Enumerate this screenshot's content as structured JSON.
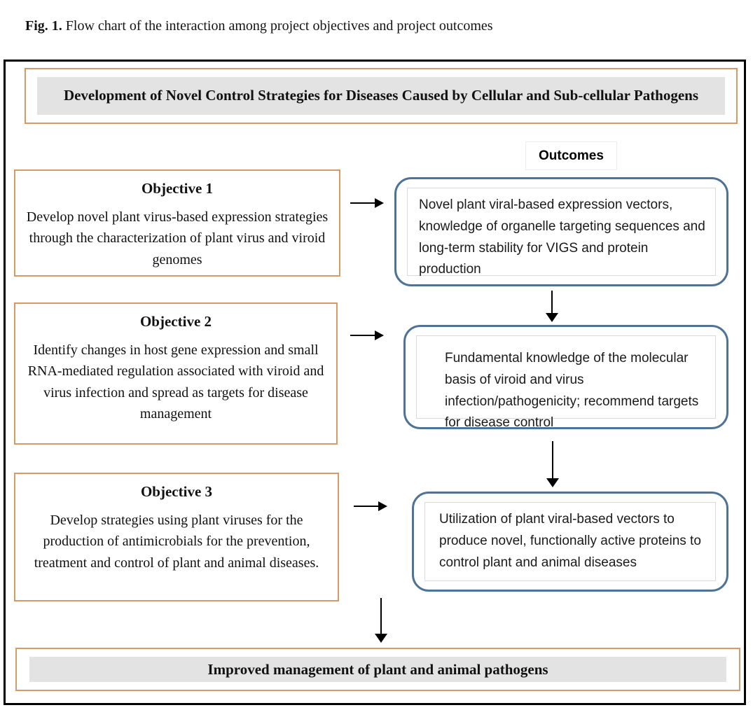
{
  "figure": {
    "caption_label": "Fig. 1.",
    "caption_text": " Flow chart of the interaction among project objectives and project outcomes"
  },
  "diagram": {
    "title": "Development of Novel Control Strategies for Diseases Caused by Cellular and Sub-cellular Pathogens",
    "outcomes_column_label": "Outcomes",
    "objectives": [
      {
        "heading": "Objective 1",
        "body": "Develop novel plant virus-based expression strategies through the characterization of plant virus and viroid genomes"
      },
      {
        "heading": "Objective 2",
        "body": "Identify changes in host gene expression and small RNA-mediated regulation associated with viroid and virus infection and spread as targets for disease management"
      },
      {
        "heading": "Objective 3",
        "body": "Develop strategies using plant viruses for the production of antimicrobials for the prevention, treatment and control of plant and animal diseases."
      }
    ],
    "outcomes": [
      {
        "body": "Novel plant viral-based expression vectors, knowledge of organelle targeting sequences and long-term stability for VIGS and protein production"
      },
      {
        "body": "Fundamental knowledge of the molecular basis of viroid and virus infection/pathogenicity; recommend targets for disease control"
      },
      {
        "body": "Utilization of plant viral-based vectors to produce novel, functionally active proteins to control plant and animal diseases"
      }
    ],
    "footer": "Improved management of plant and animal pathogens",
    "colors": {
      "objective_border": "#d49a68",
      "outcome_border": "#4e7397",
      "banner_fill": "#e3e3e3",
      "frame_border": "#000000"
    }
  }
}
